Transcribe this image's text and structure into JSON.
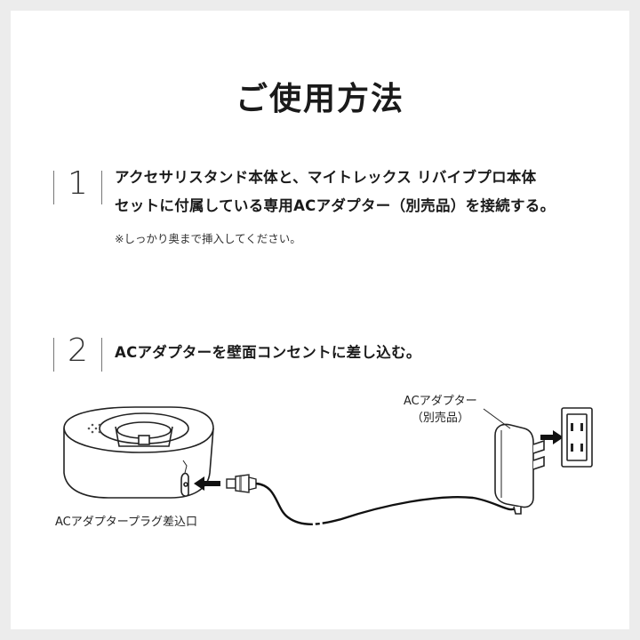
{
  "page": {
    "title": "ご使用方法",
    "steps": [
      {
        "number": "1",
        "lines": [
          "アクセサリスタンド本体と、マイトレックス リバイブプロ本体",
          "セットに付属している専用ACアダプター（別売品）を接続する。"
        ],
        "note": "※しっかり奥まで挿入してください。"
      },
      {
        "number": "2",
        "lines": [
          "ACアダプターを壁面コンセントに差し込む。"
        ]
      }
    ],
    "illustration": {
      "adapter_label_line1": "ACアダプター",
      "adapter_label_line2": "（別売品）",
      "port_label": "ACアダプタープラグ差込口"
    }
  }
}
